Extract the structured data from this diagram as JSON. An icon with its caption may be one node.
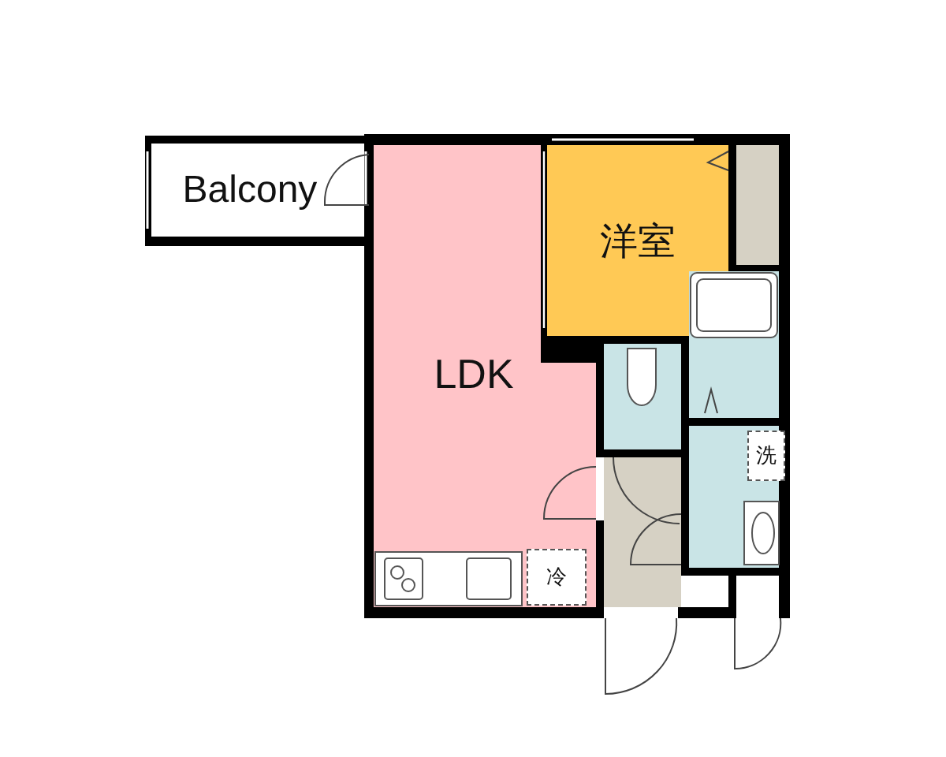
{
  "diagram": {
    "nodes": [
      {
        "text": [
          "Balcony"
        ]
      },
      {
        "text": [
          "LDK"
        ]
      },
      {
        "text": [
          "洋室"
        ]
      },
      {
        "text": [
          "冷"
        ],
        "in": 1
      },
      {
        "text": [],
        "shape": "box"
      },
      {
        "text": [],
        "shape": "box"
      },
      {
        "text": [],
        "shape": "box"
      },
      {
        "text": [],
        "shape": "box"
      },
      {
        "text": [
          "洗"
        ],
        "in": 7
      },
      {
        "text": [],
        "shape": "box"
      }
    ],
    "edges": []
  }
}
